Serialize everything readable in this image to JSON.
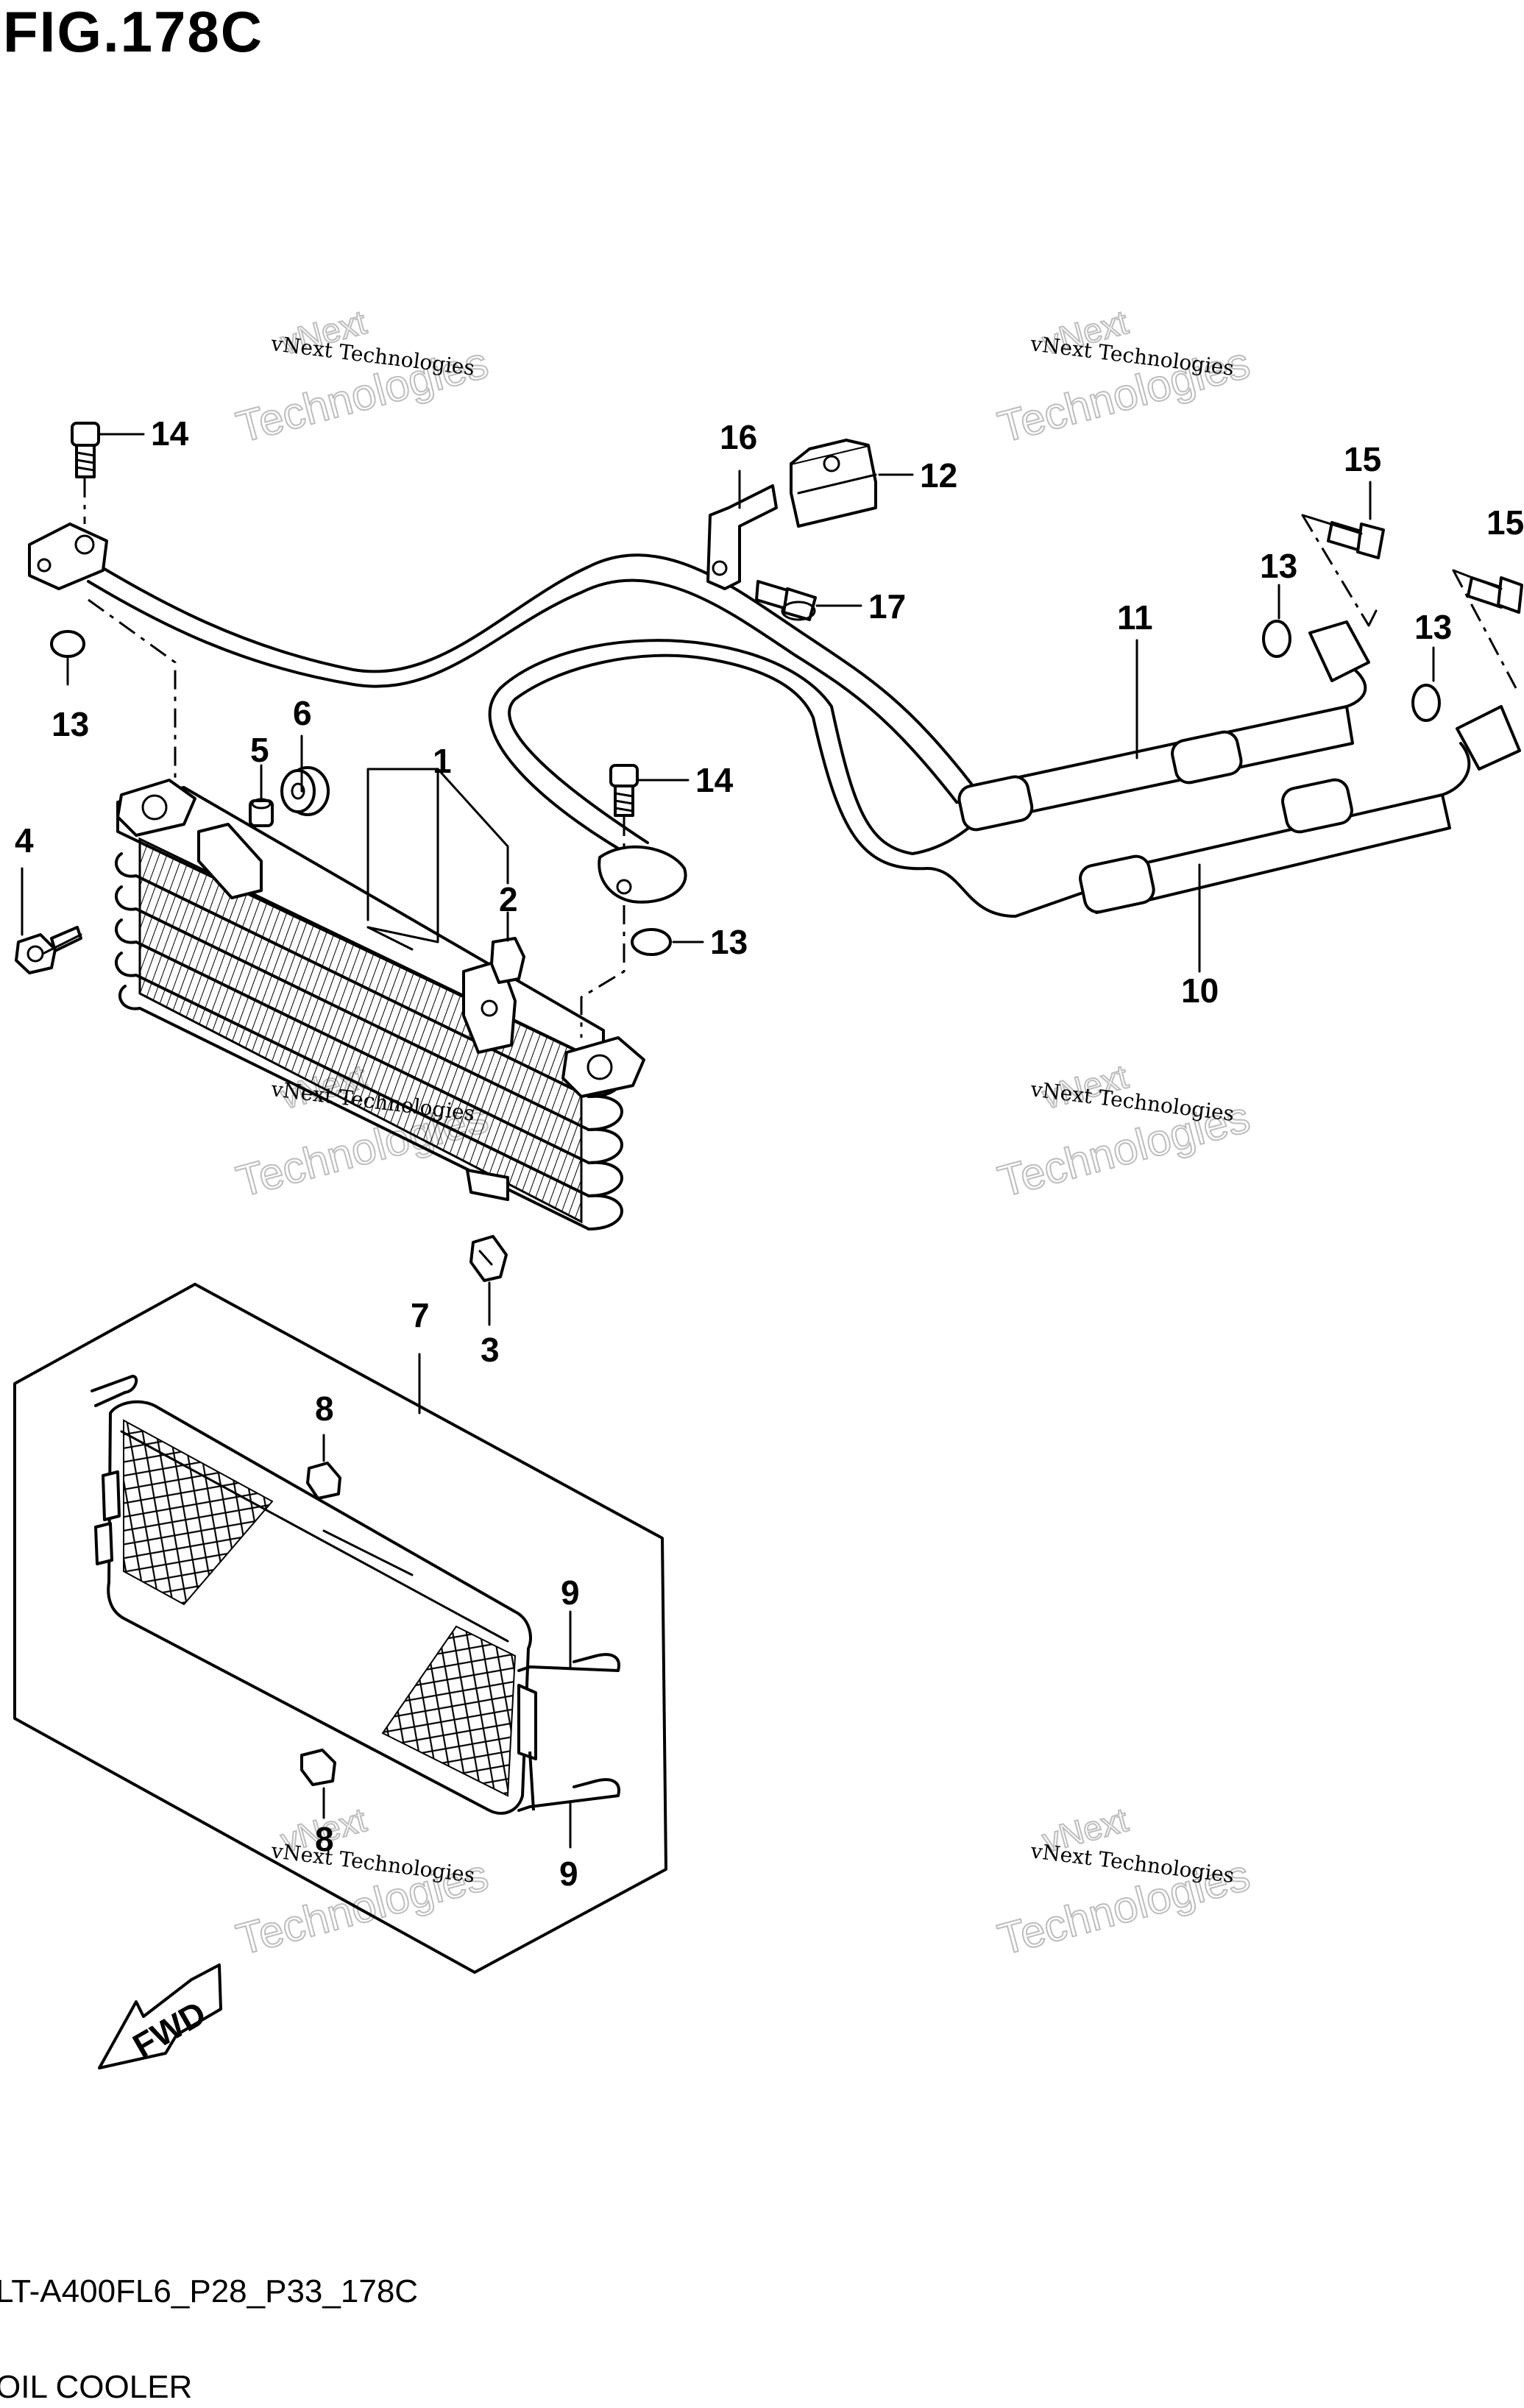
{
  "figure": {
    "title": "FIG.178C",
    "code": "LT-A400FL6_P28_P33_178C",
    "name": "OIL COOLER",
    "fwd_label": "FWD"
  },
  "watermark": {
    "line1": "vNext Technologies",
    "line2": "Technologies",
    "line3": "vNext"
  },
  "callouts": [
    {
      "id": "c1",
      "label": "1"
    },
    {
      "id": "c2",
      "label": "2"
    },
    {
      "id": "c3",
      "label": "3"
    },
    {
      "id": "c4",
      "label": "4"
    },
    {
      "id": "c5",
      "label": "5"
    },
    {
      "id": "c6",
      "label": "6"
    },
    {
      "id": "c7",
      "label": "7"
    },
    {
      "id": "c8a",
      "label": "8"
    },
    {
      "id": "c8b",
      "label": "8"
    },
    {
      "id": "c9a",
      "label": "9"
    },
    {
      "id": "c9b",
      "label": "9"
    },
    {
      "id": "c10",
      "label": "10"
    },
    {
      "id": "c11",
      "label": "11"
    },
    {
      "id": "c12",
      "label": "12"
    },
    {
      "id": "c13a",
      "label": "13"
    },
    {
      "id": "c13b",
      "label": "13"
    },
    {
      "id": "c13c",
      "label": "13"
    },
    {
      "id": "c13d",
      "label": "13"
    },
    {
      "id": "c14a",
      "label": "14"
    },
    {
      "id": "c14b",
      "label": "14"
    },
    {
      "id": "c15a",
      "label": "15"
    },
    {
      "id": "c15b",
      "label": "15"
    },
    {
      "id": "c16",
      "label": "16"
    },
    {
      "id": "c17",
      "label": "17"
    }
  ]
}
